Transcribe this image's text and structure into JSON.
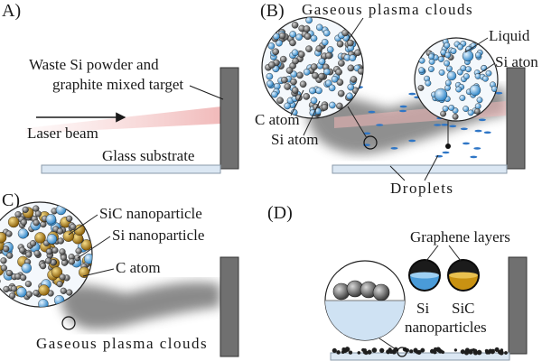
{
  "panels": {
    "a": {
      "letter": "A)",
      "target_line1": "Waste Si powder and",
      "target_line2": "graphite mixed target",
      "laser": "Laser beam",
      "substrate": "Glass substrate"
    },
    "b": {
      "letter": "(B)",
      "plasma": "Gaseous plasma clouds",
      "liquid": "Liquid",
      "si_atom_right": "Si aton",
      "c_atom": "C atom",
      "si_atom": "Si atom",
      "droplets": "Droplets"
    },
    "c": {
      "letter": "C)",
      "sic": "SiC nanoparticle",
      "si": "Si nanoparticle",
      "c_atom": "C atom",
      "plasma": "Gaseous plasma clouds"
    },
    "d": {
      "letter": "(D)",
      "graphene": "Graphene layers",
      "si": "Si",
      "sic": "SiC",
      "nano": "nanoparticles"
    }
  },
  "colors": {
    "wall": "#6e6e6e",
    "substrate": "#dbe7f3",
    "laser": "#f3c4c4",
    "plume": "#6a6a6a",
    "c_atom": "#5a5a5a",
    "si_atom": "#5aa6e0",
    "sic": "#b8860b"
  }
}
